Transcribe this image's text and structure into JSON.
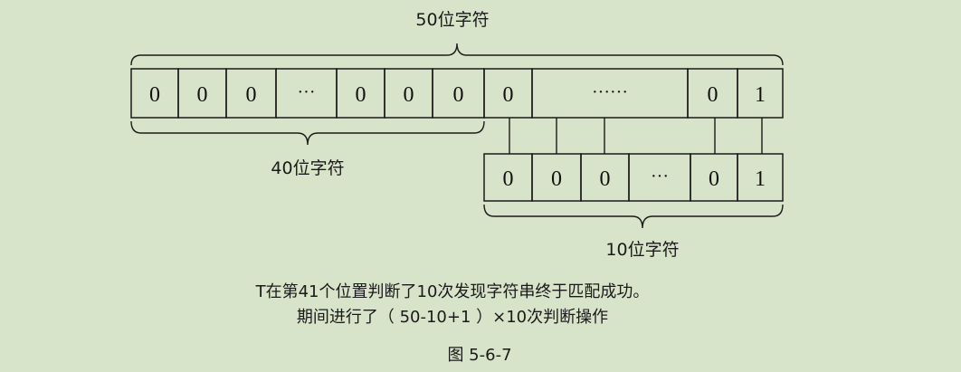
{
  "labels": {
    "total": "50位字符",
    "prefix": "40位字符",
    "pattern": "10位字符"
  },
  "main_string": {
    "cells": [
      "0",
      "0",
      "0",
      "···",
      "0",
      "0",
      "0",
      "0",
      "······",
      "0",
      "1"
    ]
  },
  "pattern_string": {
    "cells": [
      "0",
      "0",
      "0",
      "···",
      "0",
      "1"
    ]
  },
  "caption": {
    "line1": "T在第41个位置判断了10次发现字符串终于匹配成功。",
    "line2": "期间进行了（ 50-10+1 ）×10次判断操作"
  },
  "figure_label": "图 5-6-7",
  "colors": {
    "background": "#d8e4c9",
    "stroke": "#1a1a1a"
  }
}
